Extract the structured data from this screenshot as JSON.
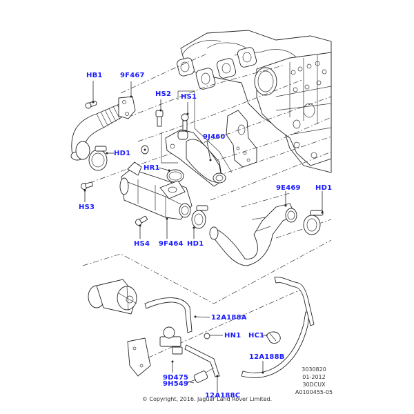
{
  "diagram": {
    "title": "EGR System Exploded View",
    "label_color": "#1a1aff",
    "callouts": [
      {
        "id": "HB1",
        "text": "HB1"
      },
      {
        "id": "9F467",
        "text": "9F467"
      },
      {
        "id": "HS2",
        "text": "HS2"
      },
      {
        "id": "HS1",
        "text": "HS1"
      },
      {
        "id": "9J460",
        "text": "9J460"
      },
      {
        "id": "HD1_a",
        "text": "HD1"
      },
      {
        "id": "HR1",
        "text": "HR1"
      },
      {
        "id": "HS3",
        "text": "HS3"
      },
      {
        "id": "HS4",
        "text": "HS4"
      },
      {
        "id": "9F464",
        "text": "9F464"
      },
      {
        "id": "HD1_b",
        "text": "HD1"
      },
      {
        "id": "9E469",
        "text": "9E469"
      },
      {
        "id": "HD1_c",
        "text": "HD1"
      },
      {
        "id": "12A188A",
        "text": "12A188A"
      },
      {
        "id": "HN1",
        "text": "HN1"
      },
      {
        "id": "HC1",
        "text": "HC1"
      },
      {
        "id": "12A188B",
        "text": "12A188B"
      },
      {
        "id": "9D475",
        "text": "9D475"
      },
      {
        "id": "9H549",
        "text": "9H549"
      },
      {
        "id": "12A188C",
        "text": "12A188C"
      }
    ],
    "reference_block": {
      "line1": "3030820",
      "line2": "01-2012",
      "line3": "30DCUX",
      "line4": "A0100455-05"
    },
    "copyright": "© Copyright, 2016. Jaguar Land Rover Limited."
  }
}
